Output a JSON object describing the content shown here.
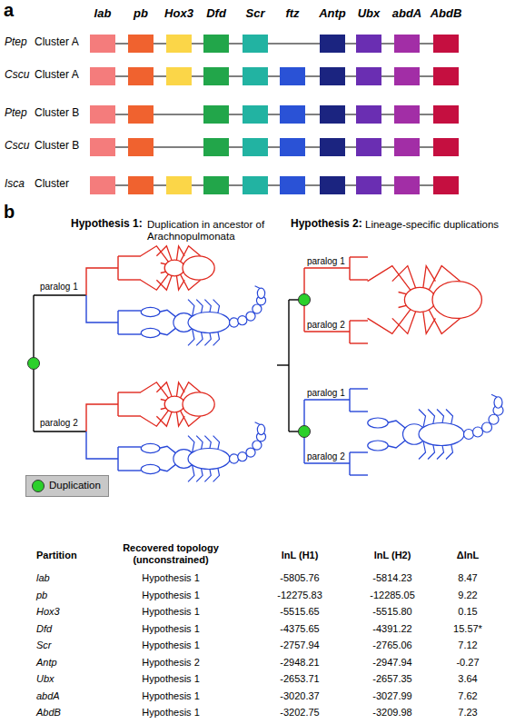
{
  "diagram": {
    "labels": [
      "a",
      "lab",
      "pb",
      "Hox3",
      "Dfd",
      "Scr",
      "ftz",
      "Antp",
      "Ubx",
      "abdA",
      "AbdB",
      "Ptep",
      "Cluster A",
      "Cscu",
      "Cluster A",
      "Ptep",
      "Cluster B",
      "Cscu",
      "Cluster B",
      "Isca",
      "Cluster",
      "b",
      "Hypothesis 1:",
      "Duplication in ancestor of Arachnopulmonata",
      "Hypothesis 2:",
      "Lineage-specific duplications",
      "paralog 1",
      "paralog 2",
      "paralog 1",
      "paralog 2",
      "paralog 1",
      "paralog 2",
      "Partition",
      "Recovered topology (unconstrained)",
      "lnL (H1)",
      "lnL (H2)",
      "ΔlnL",
      "lab",
      "Hypothesis 1",
      "-5805.76",
      "-5814.23",
      "8.47",
      "pb",
      "Hypothesis 1",
      "-12275.83",
      "-12285.05",
      "9.22",
      "Hox3",
      "Hypothesis 1",
      "-5515.65",
      "-5515.80",
      "0.15",
      "Dfd",
      "Hypothesis 1",
      "-4375.65",
      "-4391.22",
      "15.57*",
      "Scr",
      "Hypothesis 1",
      "-2757.94",
      "-2765.06",
      "7.12",
      "Antp",
      "Hypothesis 2",
      "-2948.21",
      "-2947.94",
      "-0.27",
      "Ubx",
      "Hypothesis 1",
      "-2653.71",
      "-2657.35",
      "3.64",
      "abdA",
      "Hypothesis 1",
      "-3020.37",
      "-3027.99",
      "7.62",
      "AbdB",
      "Hypothesis 1",
      "-3202.75",
      "-3209.98",
      "7.23"
    ],
    "legend": [
      {
        "text": "Duplication",
        "color": "#2bd02b"
      }
    ]
  }
}
